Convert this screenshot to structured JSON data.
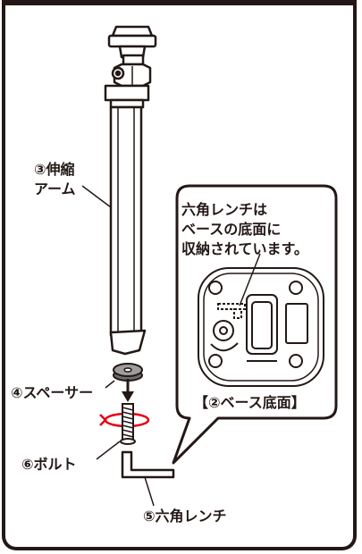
{
  "labels": {
    "arm_line1": "③伸縮",
    "arm_line2": "アーム",
    "spacer": "④スペーサー",
    "bolt": "⑥ボルト",
    "wrench": "⑤六角レンチ",
    "base_bottom": "【②ベース底面】"
  },
  "callout": {
    "lines": [
      "六角レンチは",
      "ベースの底面に",
      "収納されています。"
    ]
  },
  "colors": {
    "line": "#231815",
    "arm": "#ffffff",
    "spacer": "#9d9d9d",
    "red_ring": "#e60012"
  }
}
